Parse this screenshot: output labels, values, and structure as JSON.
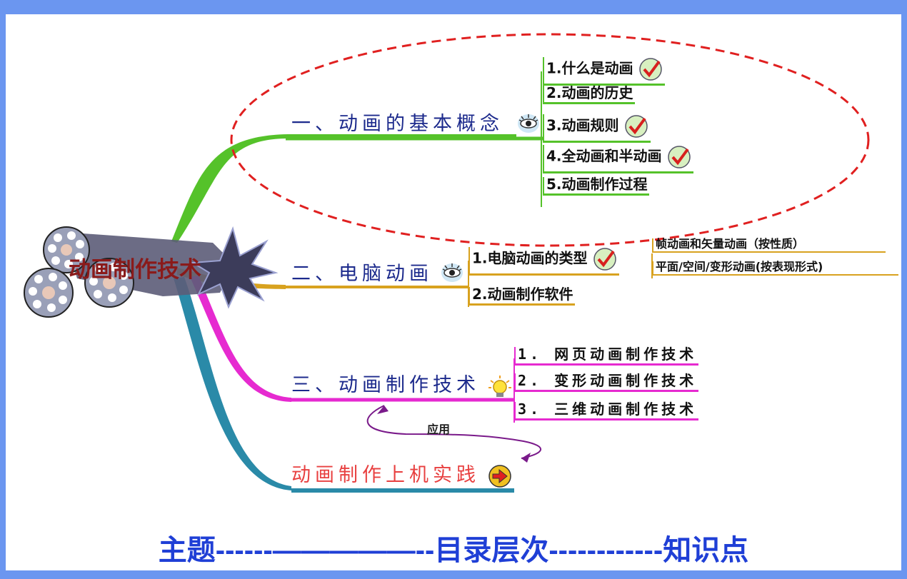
{
  "center": {
    "label": "动画制作技术"
  },
  "branches": [
    {
      "label": "一、动画的基本概念",
      "icon": "eye-icon",
      "color": "#55c22a",
      "children": [
        "1.什么是动画",
        "2.动画的历史",
        "3.动画规则",
        "4.全动画和半动画",
        "5.动画制作过程"
      ],
      "checked": [
        true,
        false,
        true,
        true,
        false
      ]
    },
    {
      "label": "二、电脑动画",
      "icon": "eye-icon",
      "color": "#d8a21f",
      "children": [
        "1.电脑动画的类型",
        "2.动画制作软件"
      ],
      "sub_children": [
        "帧动画和矢量动画（按性质）",
        "平面/空间/变形动画(按表现形式)"
      ]
    },
    {
      "label": "三、动画制作技术",
      "icon": "lightbulb-icon",
      "color": "#e62ad0",
      "children": [
        "1. 网页动画制作技术",
        "2. 变形动画制作技术",
        "3. 三维动画制作技术"
      ]
    },
    {
      "label": "动画制作上机实践",
      "icon": "arrow-right-icon",
      "color": "#2a8aa8",
      "label_color": "#e84040"
    }
  ],
  "relation": {
    "label": "应用",
    "color": "#7a1a8a"
  },
  "highlight": {
    "color": "#e02020"
  },
  "footer": {
    "text": "主题------—————--目录层次------------知识点"
  }
}
